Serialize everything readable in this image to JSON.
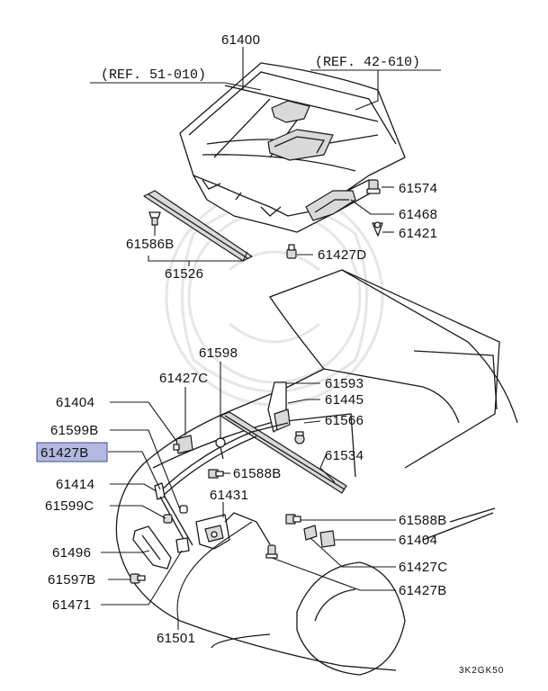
{
  "labels": {
    "hood": "61400",
    "ref_left": "(REF. 51-010)",
    "ref_right": "(REF. 42-610)",
    "p61574": "61574",
    "p61468": "61468",
    "p61421": "61421",
    "p61427D": "61427D",
    "p61586B": "61586B",
    "p61526": "61526",
    "p61598": "61598",
    "p61427C_top": "61427C",
    "p61593": "61593",
    "p61445": "61445",
    "p61566": "61566",
    "p61404_left": "61404",
    "p61599B": "61599B",
    "p61427B_highlight": "61427B",
    "p61534": "61534",
    "p61414": "61414",
    "p61588B_mid": "61588B",
    "p61599C": "61599C",
    "p61431": "61431",
    "p61588B_right": "61588B",
    "p61404_right": "61404",
    "p61496": "61496",
    "p61427C_right": "61427C",
    "p61597B": "61597B",
    "p61427B_right": "61427B",
    "p61471": "61471",
    "p61501": "61501",
    "diagram_code": "3K2GK50"
  },
  "colors": {
    "highlight_fill": "#b3b8de",
    "highlight_stroke": "#3f4aa8",
    "line": "#1a1a1a",
    "watermark": "#e6e6e6"
  }
}
